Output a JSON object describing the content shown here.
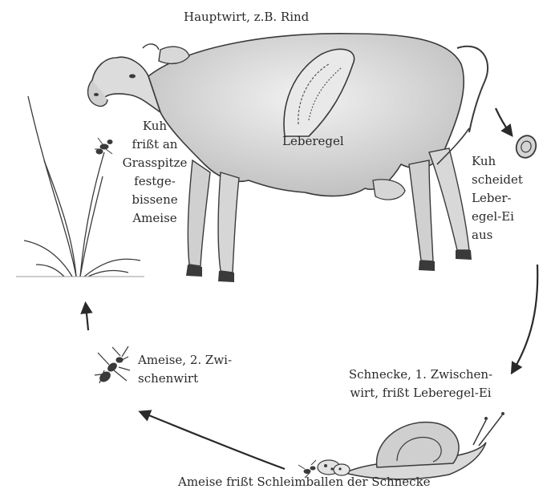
{
  "labels": {
    "host": "Hauptwirt, z.B. Rind",
    "liver_fluke": "Leberegel",
    "cow_eats": [
      "Kuh",
      "frißt an",
      "Grasspitze",
      "festge-",
      "bissene",
      "Ameise"
    ],
    "cow_excretes": [
      "Kuh",
      "scheidet",
      "Leber-",
      "egel-Ei",
      "aus"
    ],
    "snail": [
      "Schnecke, 1. Zwischen-",
      "wirt, frißt Leberegel-Ei"
    ],
    "ant": [
      "Ameise, 2. Zwi-",
      "schenwirt"
    ],
    "ant_eats": "Ameise frißt Schleimballen der Schnecke"
  },
  "colors": {
    "ink": "#2a2a2a",
    "line": "#3a3a3a",
    "shade": "#c9c9c9",
    "light_shade": "#e6e6e6"
  },
  "icons": [
    "cow-illustration",
    "liver-fluke-illustration",
    "fluke-egg-icon",
    "snail-illustration",
    "ant-icon",
    "grass-illustration",
    "slime-ball-icon"
  ]
}
